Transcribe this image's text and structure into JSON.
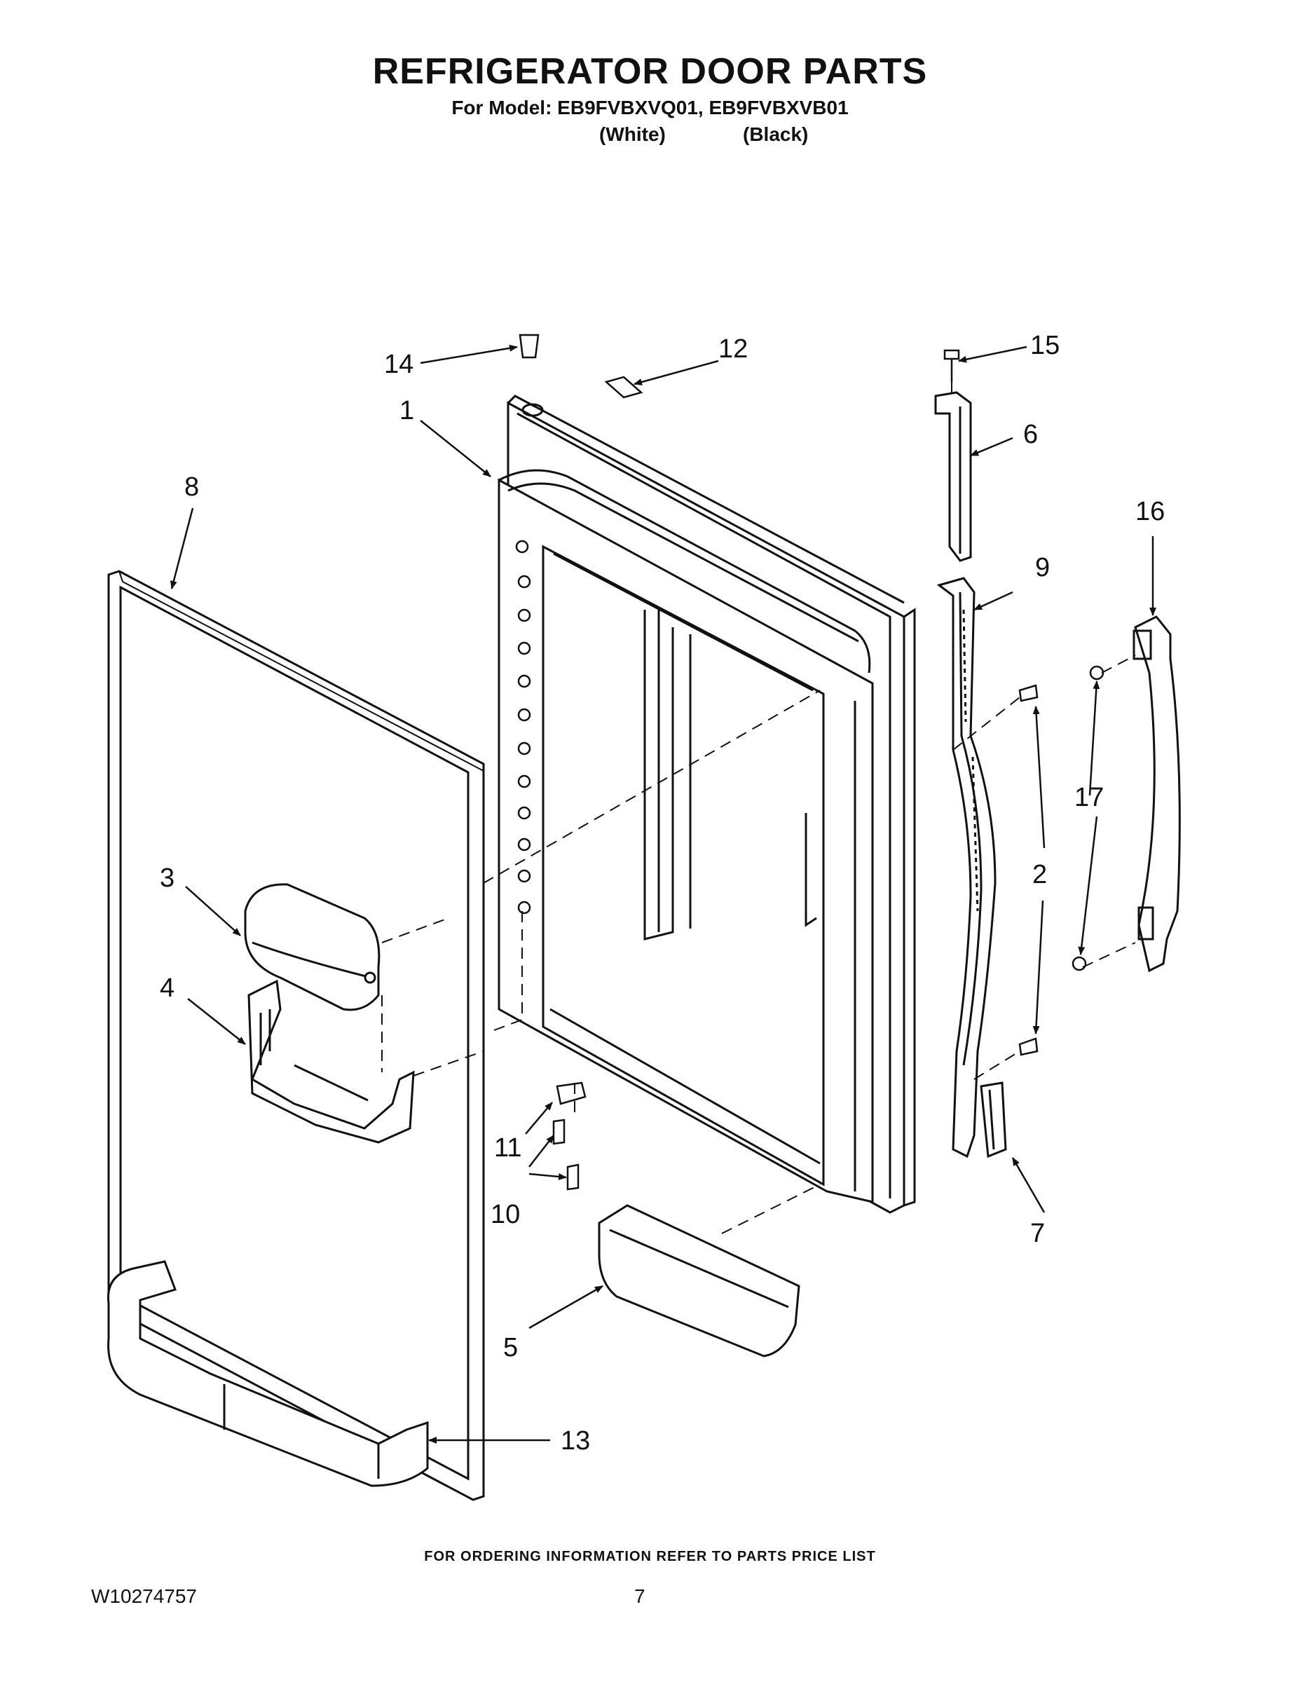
{
  "header": {
    "title": "REFRIGERATOR DOOR PARTS",
    "model_line": "For Model: EB9FVBXVQ01, EB9FVBXVB01",
    "color_white": "(White)",
    "color_black": "(Black)"
  },
  "callouts": {
    "c1": "1",
    "c2": "2",
    "c3": "3",
    "c4": "4",
    "c5": "5",
    "c6": "6",
    "c7": "7",
    "c8": "8",
    "c9": "9",
    "c10": "10",
    "c11": "11",
    "c12": "12",
    "c13": "13",
    "c14": "14",
    "c15": "15",
    "c16": "16",
    "c17": "17"
  },
  "footer": {
    "ordering_note": "FOR ORDERING INFORMATION REFER TO PARTS PRICE LIST",
    "doc_number": "W10274757",
    "page_number": "7"
  }
}
